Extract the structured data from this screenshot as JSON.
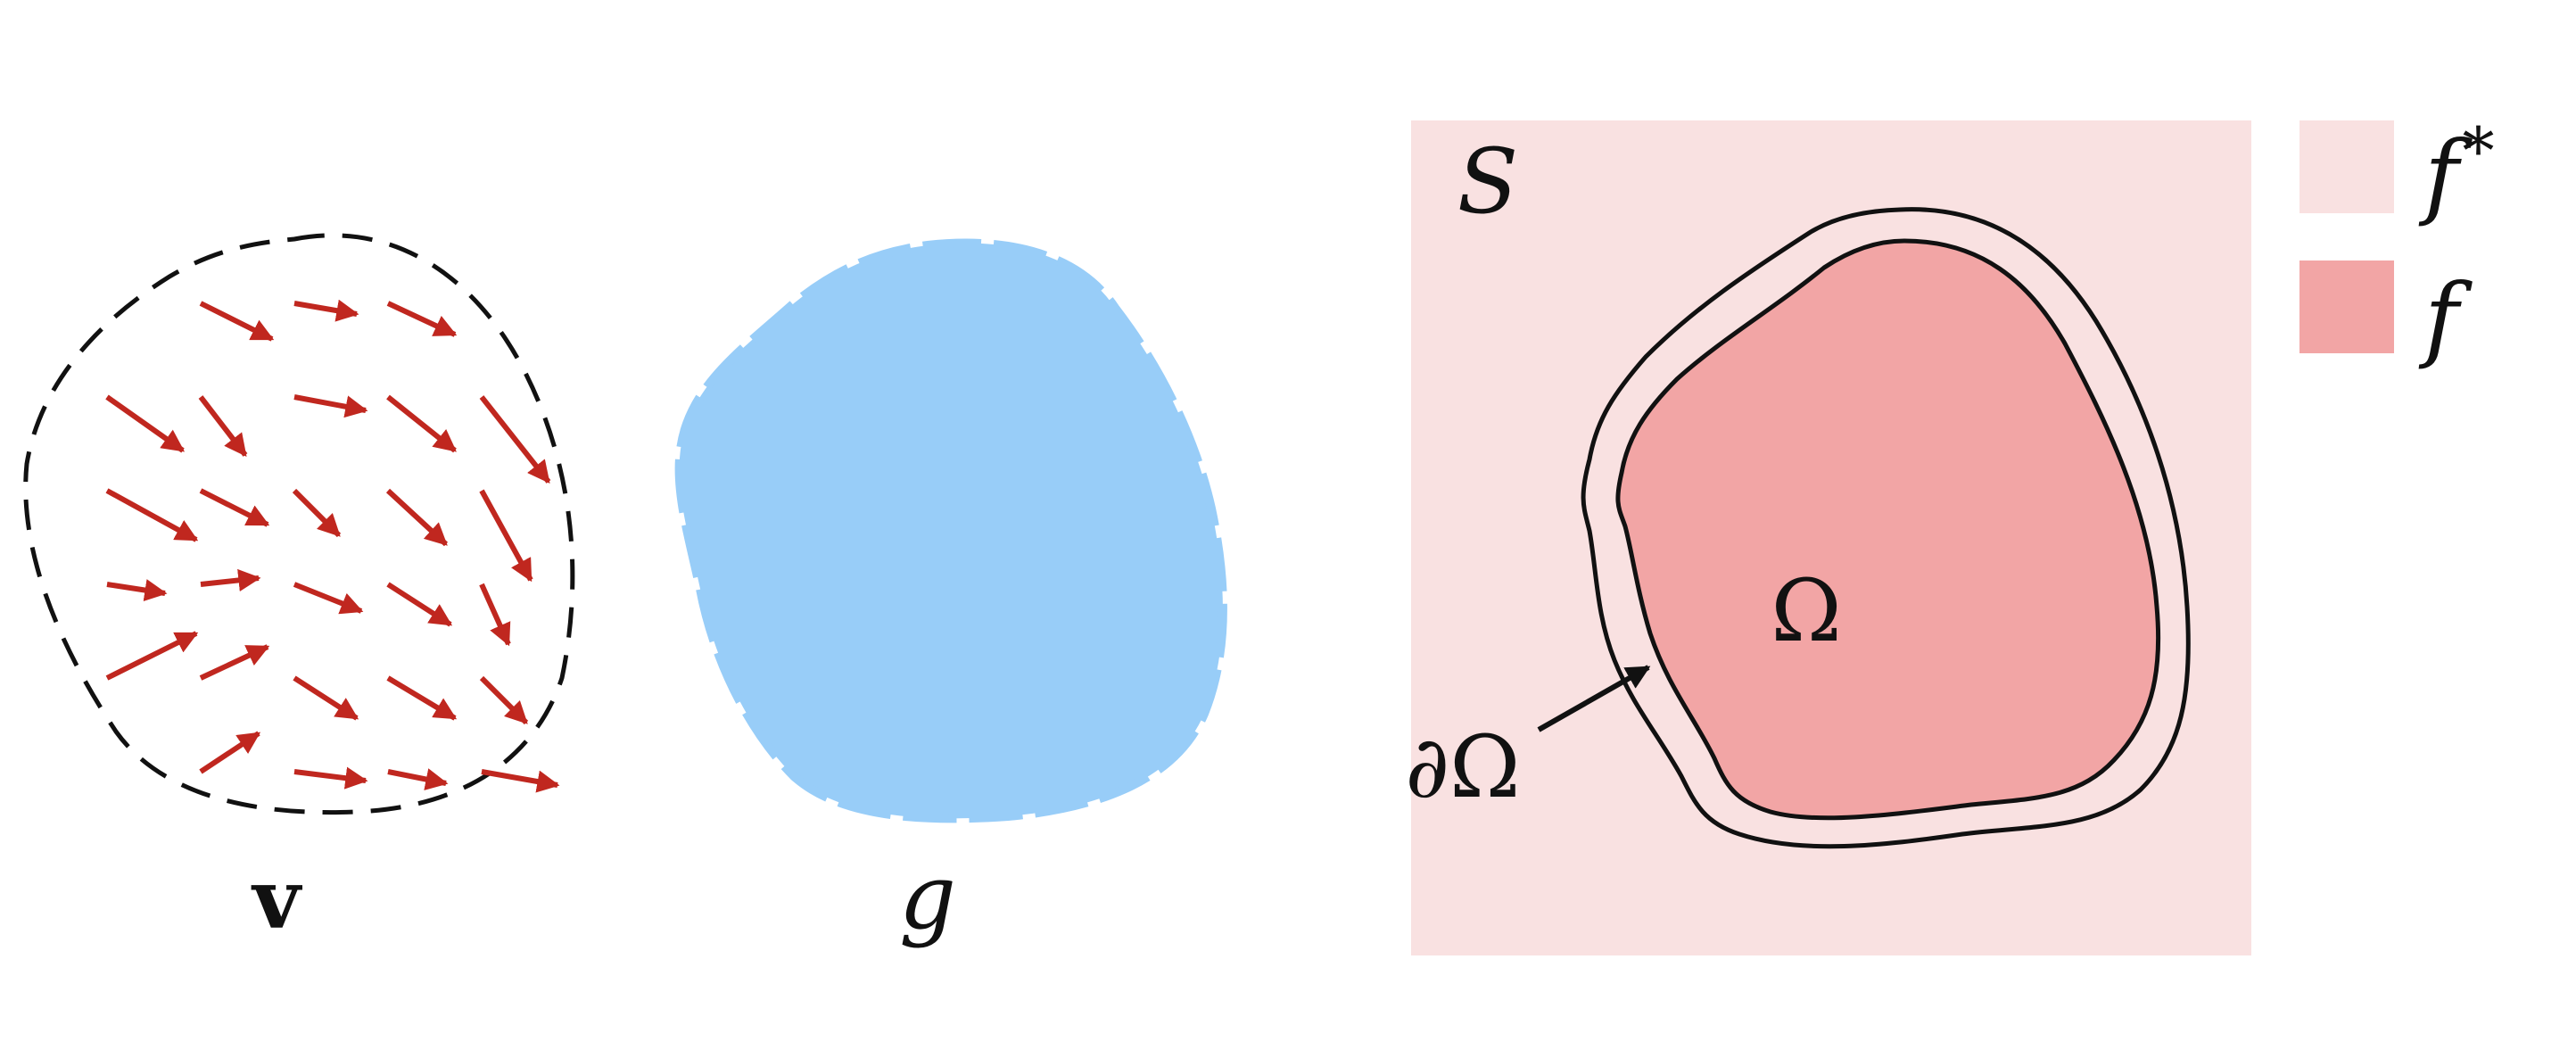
{
  "colors": {
    "arrow": "#c0271f",
    "blob_g": "#98cdf8",
    "field_f_star": "#f9e1e1",
    "region_f": "#f2a5a5",
    "outline": "#111111",
    "dashed_boundary": "#111111"
  },
  "panels": {
    "vector_field": {
      "label": "v"
    },
    "scalar_g": {
      "label": "g"
    },
    "domain": {
      "surface_label": "S",
      "region_label": "Ω",
      "boundary_label": "∂Ω"
    }
  },
  "legend": {
    "items": [
      {
        "key": "f_star",
        "label": "f",
        "superscript": "*",
        "swatch": "#f9e1e1"
      },
      {
        "key": "f",
        "label": "f",
        "superscript": "",
        "swatch": "#f2a5a5"
      }
    ]
  }
}
